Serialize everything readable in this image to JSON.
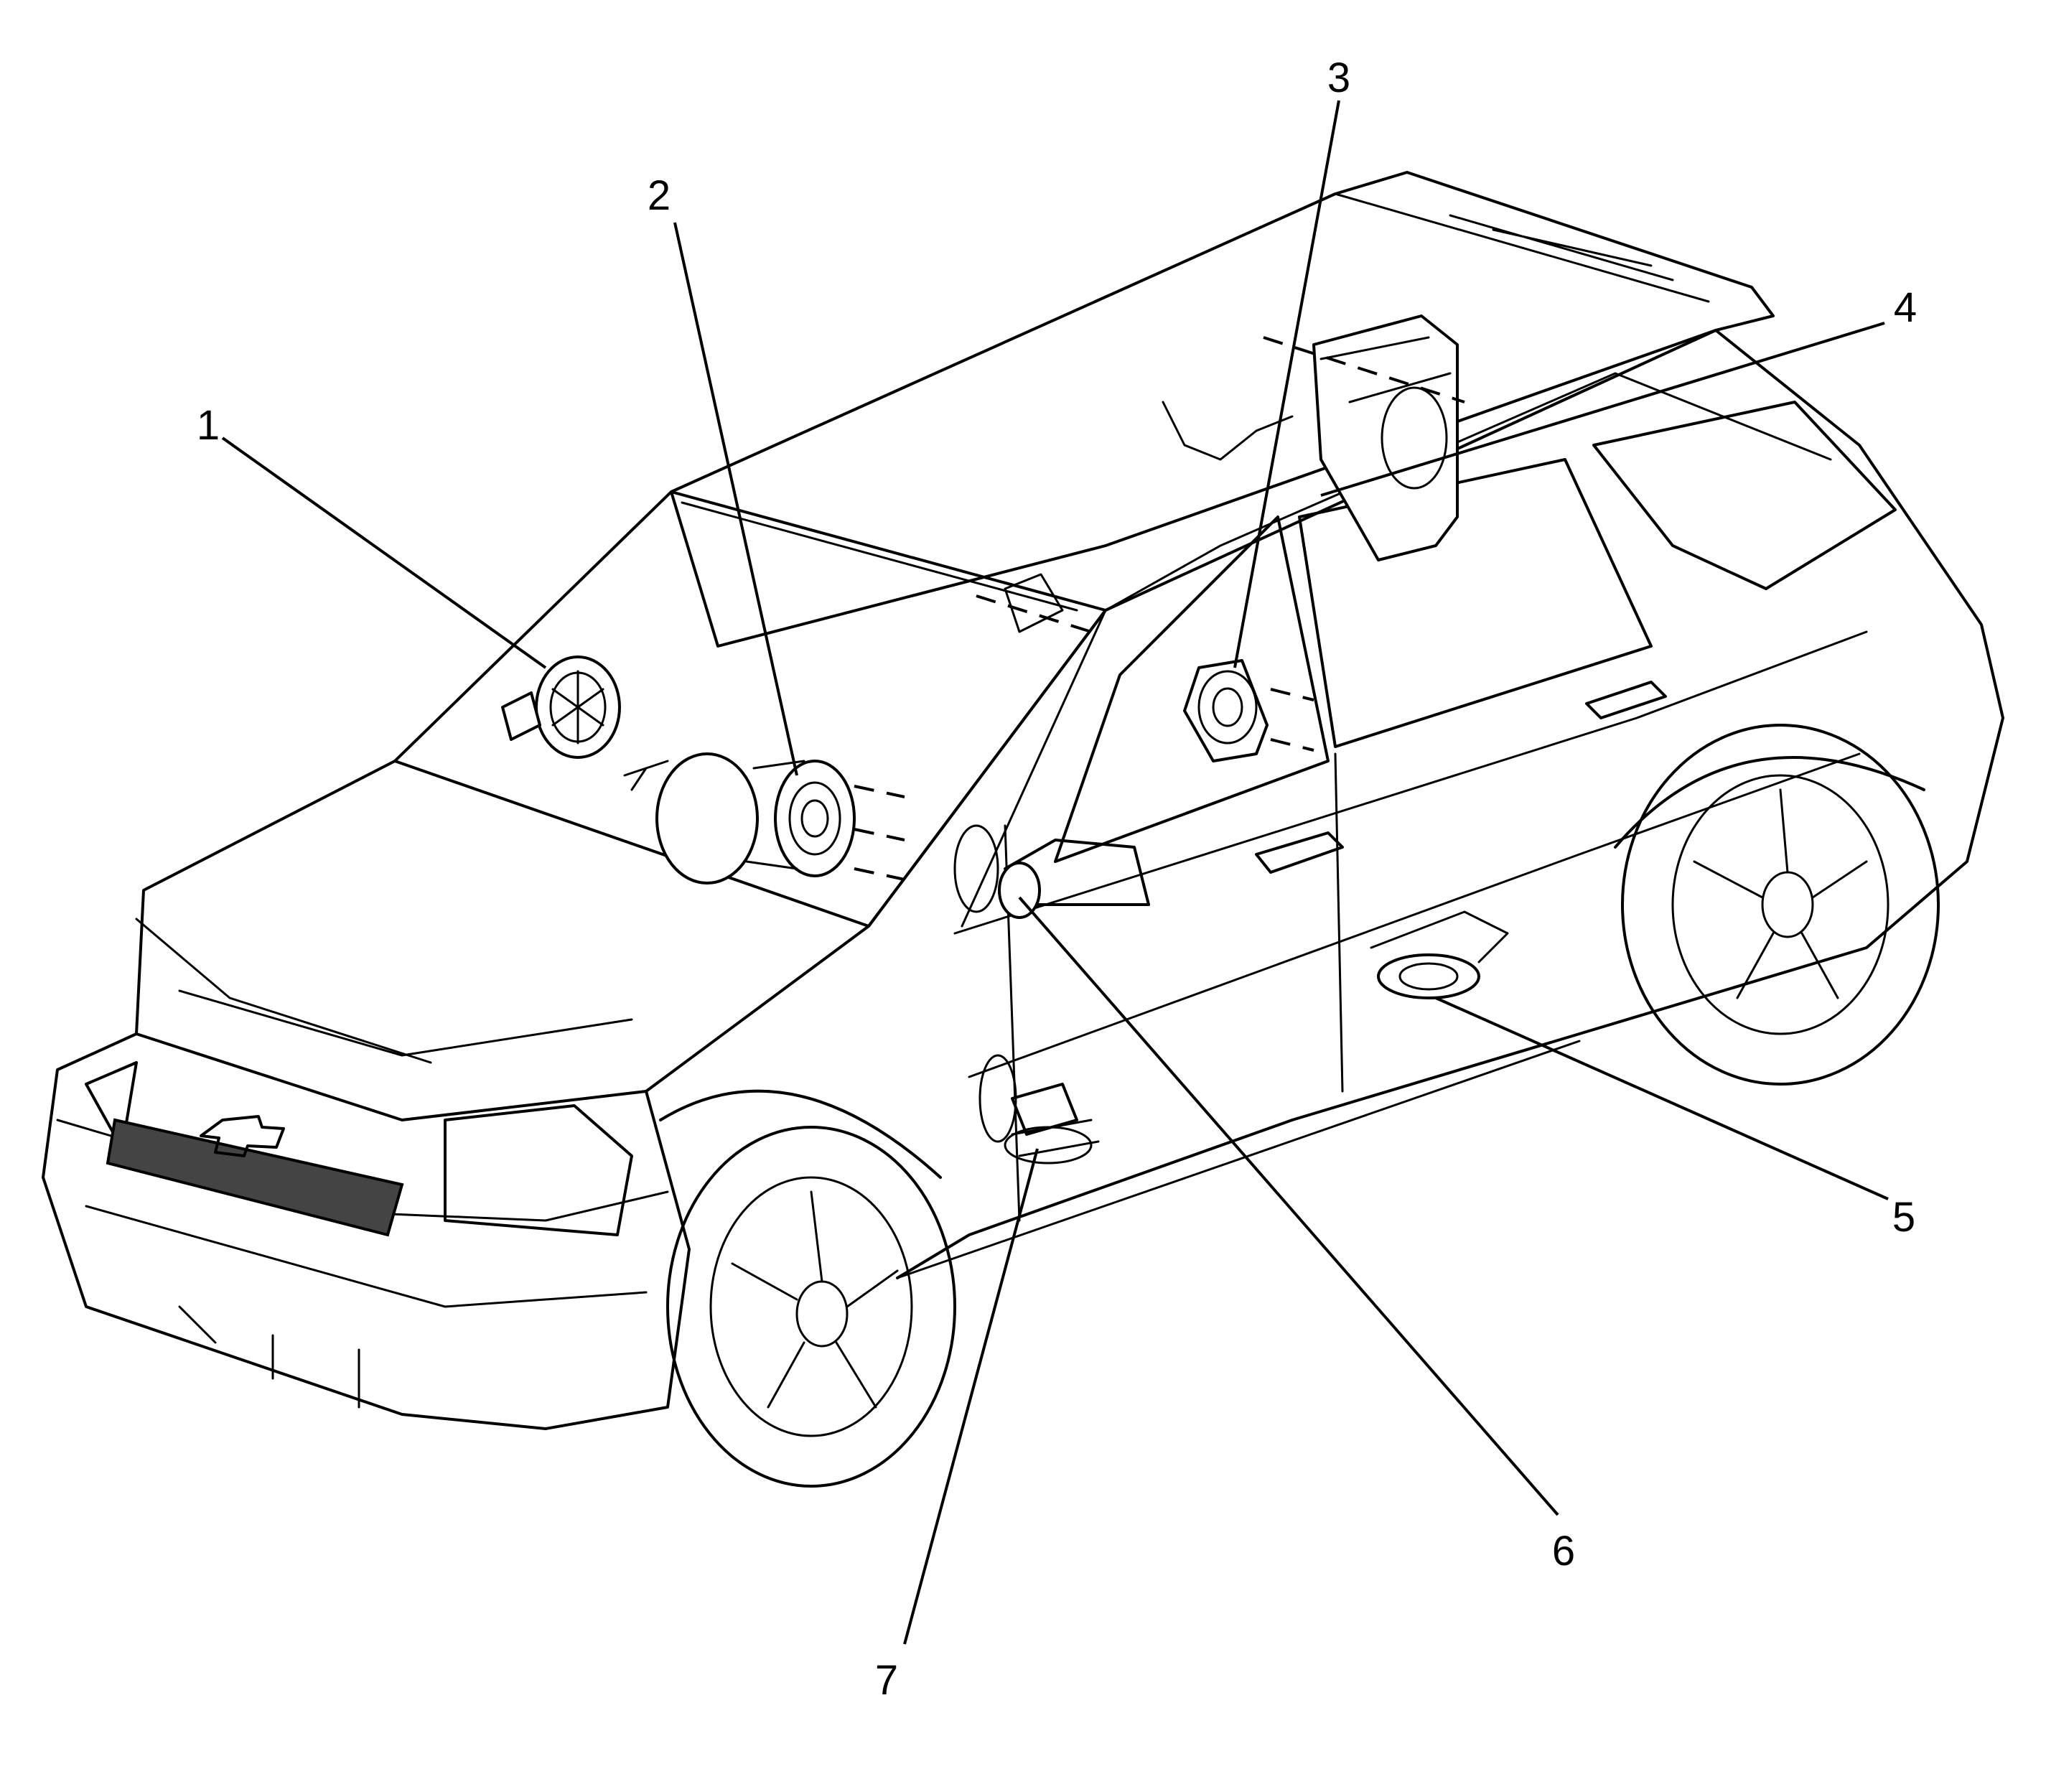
{
  "callouts": [
    {
      "id": "1",
      "label": "1"
    },
    {
      "id": "2",
      "label": "2"
    },
    {
      "id": "3",
      "label": "3"
    },
    {
      "id": "4",
      "label": "4"
    },
    {
      "id": "5",
      "label": "5"
    },
    {
      "id": "6",
      "label": "6"
    },
    {
      "id": "7",
      "label": "7"
    }
  ],
  "colors": {
    "line": "#000000",
    "background": "#ffffff",
    "grille": "#444444"
  }
}
